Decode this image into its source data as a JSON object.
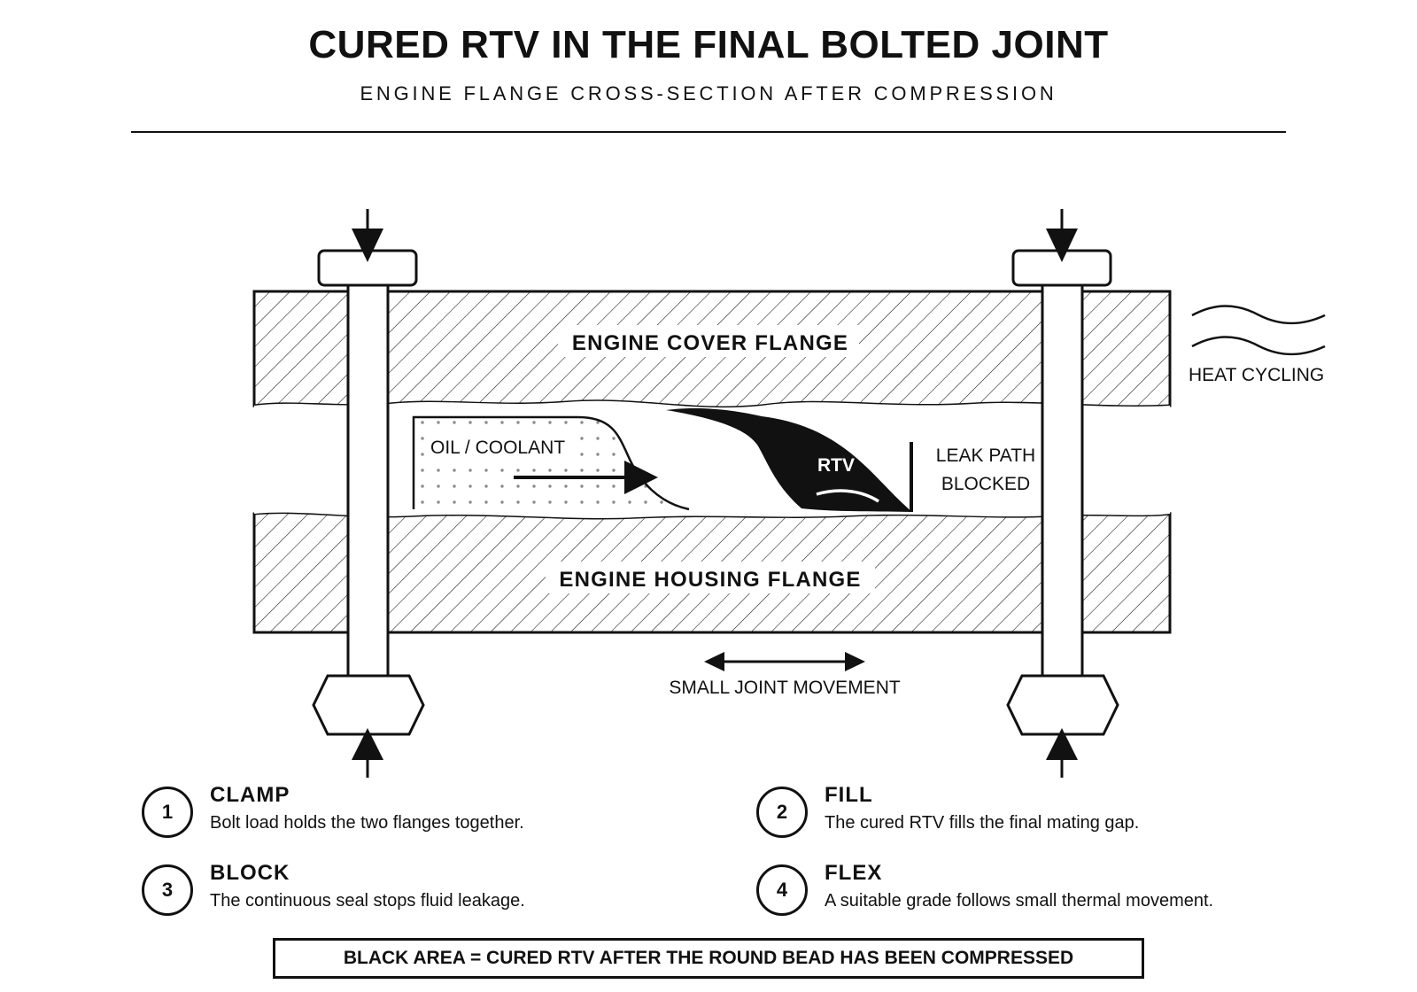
{
  "header": {
    "title": "CURED RTV IN THE FINAL BOLTED JOINT",
    "subtitle": "ENGINE FLANGE CROSS-SECTION AFTER COMPRESSION"
  },
  "diagram": {
    "cover_flange_label": "ENGINE COVER FLANGE",
    "housing_flange_label": "ENGINE HOUSING FLANGE",
    "fluid_label": "OIL / COOLANT",
    "rtv_label": "RTV",
    "leak_path_line1": "LEAK PATH",
    "leak_path_line2": "BLOCKED",
    "heat_label": "HEAT CYCLING",
    "movement_label": "SMALL JOINT MOVEMENT"
  },
  "steps": [
    {
      "number": "1",
      "title": "CLAMP",
      "description": "Bolt load holds the two flanges together."
    },
    {
      "number": "2",
      "title": "FILL",
      "description": "The cured RTV fills the final mating gap."
    },
    {
      "number": "3",
      "title": "BLOCK",
      "description": "The continuous seal stops fluid leakage."
    },
    {
      "number": "4",
      "title": "FLEX",
      "description": "A suitable grade follows small thermal movement."
    }
  ],
  "legend": {
    "text": "BLACK AREA = CURED RTV AFTER THE ROUND BEAD HAS BEEN COMPRESSED"
  },
  "colors": {
    "ink": "#111111",
    "paper": "#ffffff",
    "stipple": "#8a8a8a"
  }
}
